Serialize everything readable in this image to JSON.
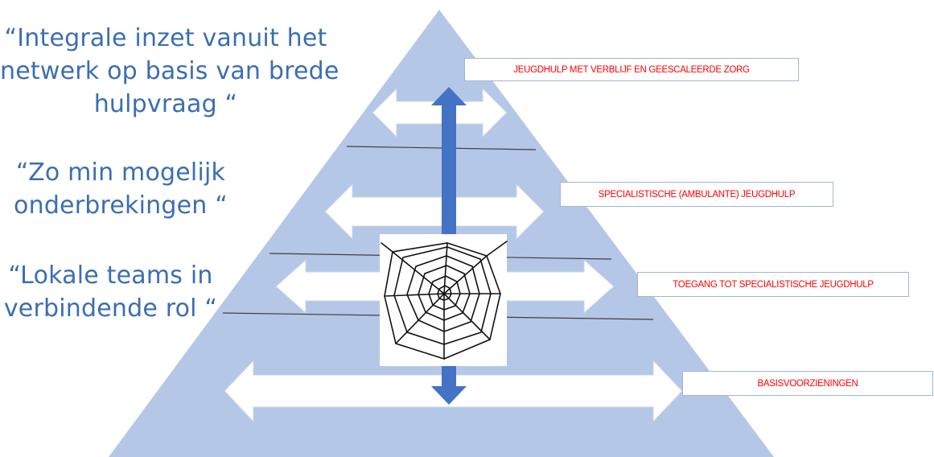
{
  "quotes": [
    {
      "lines": [
        "“Integrale inzet vanuit het",
        "netwerk op basis van brede",
        "hulpvraag “"
      ]
    },
    {
      "lines": [
        "“Zo min mogelijk",
        "onderbrekingen “"
      ]
    },
    {
      "lines": [
        "“Lokale teams in",
        "verbindende rol “"
      ]
    }
  ],
  "levels": [
    {
      "label": "JEUGDHULP MET VERBLIJF EN GEESCALEERDE ZORG"
    },
    {
      "label": "SPECIALISTISCHE (AMBULANTE) JEUGDHULP"
    },
    {
      "label": "TOEGANG TOT SPECIALISTISCHE JEUGDHULP"
    },
    {
      "label": "BASISVOORZIENINGEN"
    }
  ],
  "colors": {
    "pyramid": "#b4c7e7",
    "arrow_white": "#ffffff",
    "central_arrow": "#4472c4",
    "quote_text": "#3b6eb2",
    "label_text": "#ff0000",
    "divider": "#404040"
  },
  "icons": {
    "central_image": "spider-web-icon"
  }
}
